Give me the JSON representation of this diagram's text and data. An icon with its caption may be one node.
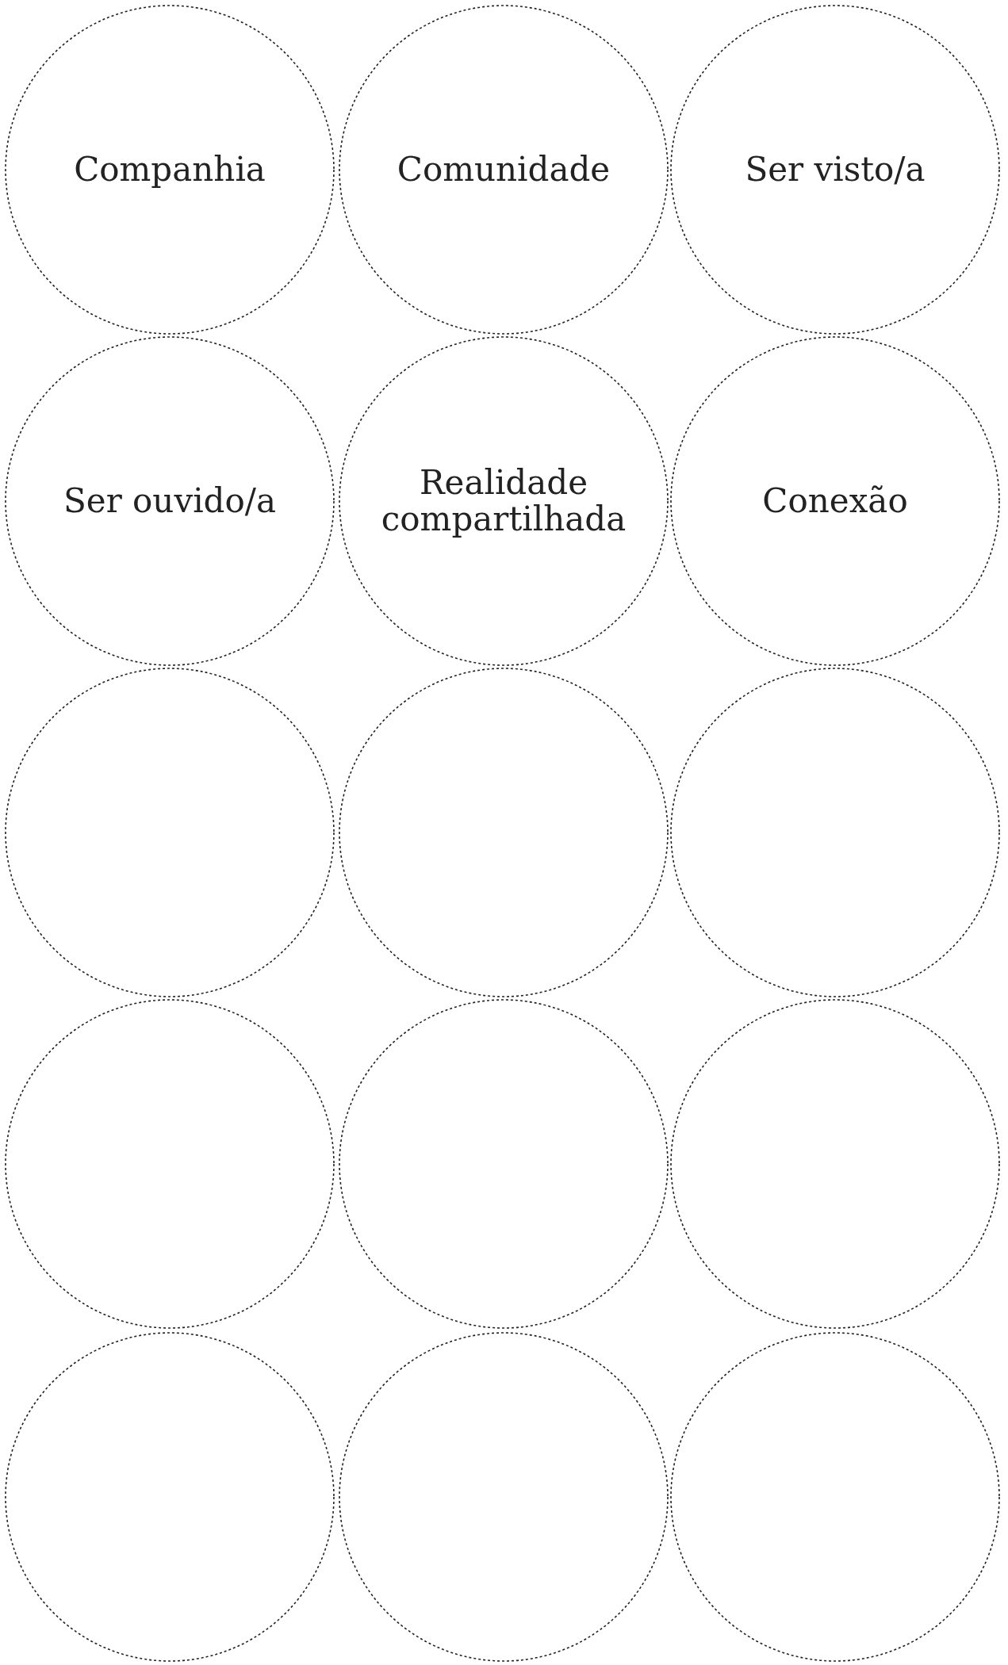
{
  "diagram": {
    "nodes": [
      {
        "text": [
          "Companhia"
        ]
      },
      {
        "text": [
          "Comunidade"
        ]
      },
      {
        "text": [
          "Ser visto/a"
        ]
      },
      {
        "text": [
          "Ser ouvido/a"
        ]
      },
      {
        "text": [
          "Realidade compartilhada"
        ]
      },
      {
        "text": [
          "Conexão"
        ]
      },
      {
        "text": [],
        "shape": "circle"
      },
      {
        "text": [],
        "shape": "circle"
      },
      {
        "text": [],
        "shape": "circle"
      },
      {
        "text": [],
        "shape": "circle"
      },
      {
        "text": [],
        "shape": "circle"
      },
      {
        "text": [],
        "shape": "circle"
      },
      {
        "text": [],
        "shape": "circle"
      },
      {
        "text": [],
        "shape": "circle"
      },
      {
        "text": [],
        "shape": "circle"
      }
    ]
  }
}
